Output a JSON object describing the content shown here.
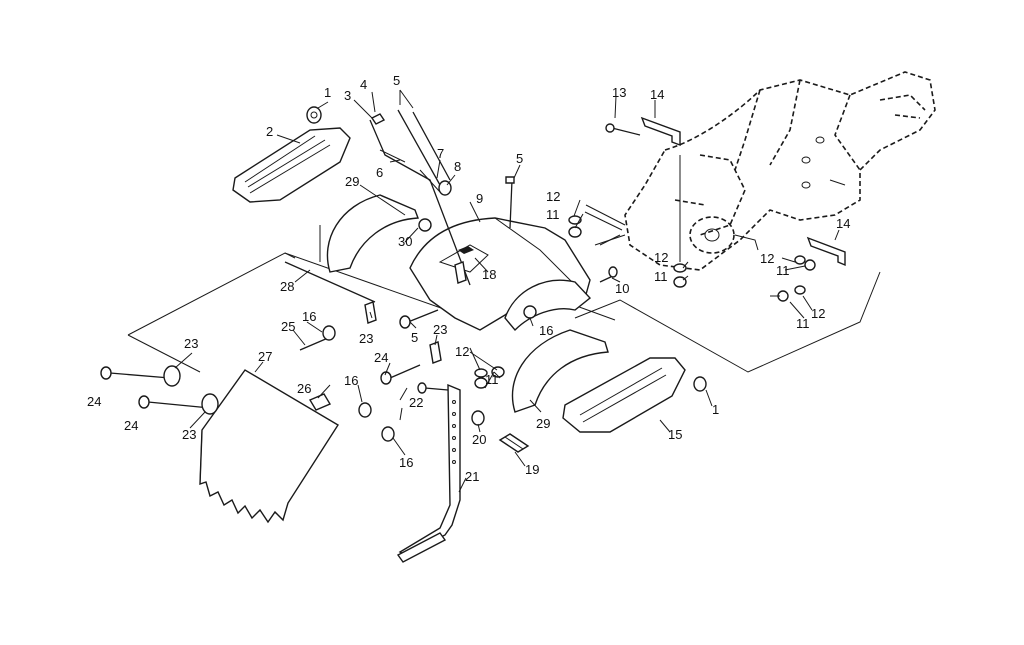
{
  "callouts": [
    {
      "id": "c1a",
      "text": "1"
    },
    {
      "id": "c2",
      "text": "2"
    },
    {
      "id": "c3",
      "text": "3"
    },
    {
      "id": "c4",
      "text": "4"
    },
    {
      "id": "c5a",
      "text": "5"
    },
    {
      "id": "c6",
      "text": "6"
    },
    {
      "id": "c7",
      "text": "7"
    },
    {
      "id": "c8",
      "text": "8"
    },
    {
      "id": "c29a",
      "text": "29"
    },
    {
      "id": "c9",
      "text": "9"
    },
    {
      "id": "c5b",
      "text": "5"
    },
    {
      "id": "c12a",
      "text": "12"
    },
    {
      "id": "c11a",
      "text": "11"
    },
    {
      "id": "c13",
      "text": "13"
    },
    {
      "id": "c14a",
      "text": "14"
    },
    {
      "id": "c30",
      "text": "30"
    },
    {
      "id": "c18",
      "text": "18"
    },
    {
      "id": "c28",
      "text": "28"
    },
    {
      "id": "c10",
      "text": "10"
    },
    {
      "id": "c14b",
      "text": "14"
    },
    {
      "id": "c12b",
      "text": "12"
    },
    {
      "id": "c11b",
      "text": "11"
    },
    {
      "id": "c12c",
      "text": "12"
    },
    {
      "id": "c11c",
      "text": "11"
    },
    {
      "id": "c12d",
      "text": "12"
    },
    {
      "id": "c11d",
      "text": "11"
    },
    {
      "id": "c16a",
      "text": "16"
    },
    {
      "id": "c25",
      "text": "25"
    },
    {
      "id": "c23a",
      "text": "23"
    },
    {
      "id": "c5c",
      "text": "5"
    },
    {
      "id": "c23b",
      "text": "23"
    },
    {
      "id": "c16b",
      "text": "16"
    },
    {
      "id": "c12e",
      "text": "12"
    },
    {
      "id": "c23c",
      "text": "23"
    },
    {
      "id": "c27",
      "text": "27"
    },
    {
      "id": "c24a",
      "text": "24"
    },
    {
      "id": "c26",
      "text": "26"
    },
    {
      "id": "c16c",
      "text": "16"
    },
    {
      "id": "c22",
      "text": "22"
    },
    {
      "id": "c11e",
      "text": "11"
    },
    {
      "id": "c29b",
      "text": "29"
    },
    {
      "id": "c15",
      "text": "15"
    },
    {
      "id": "c1b",
      "text": "1"
    },
    {
      "id": "c24b",
      "text": "24"
    },
    {
      "id": "c24c",
      "text": "24"
    },
    {
      "id": "c23d",
      "text": "23"
    },
    {
      "id": "c16d",
      "text": "16"
    },
    {
      "id": "c20",
      "text": "20"
    },
    {
      "id": "c19",
      "text": "19"
    },
    {
      "id": "c21",
      "text": "21"
    }
  ]
}
